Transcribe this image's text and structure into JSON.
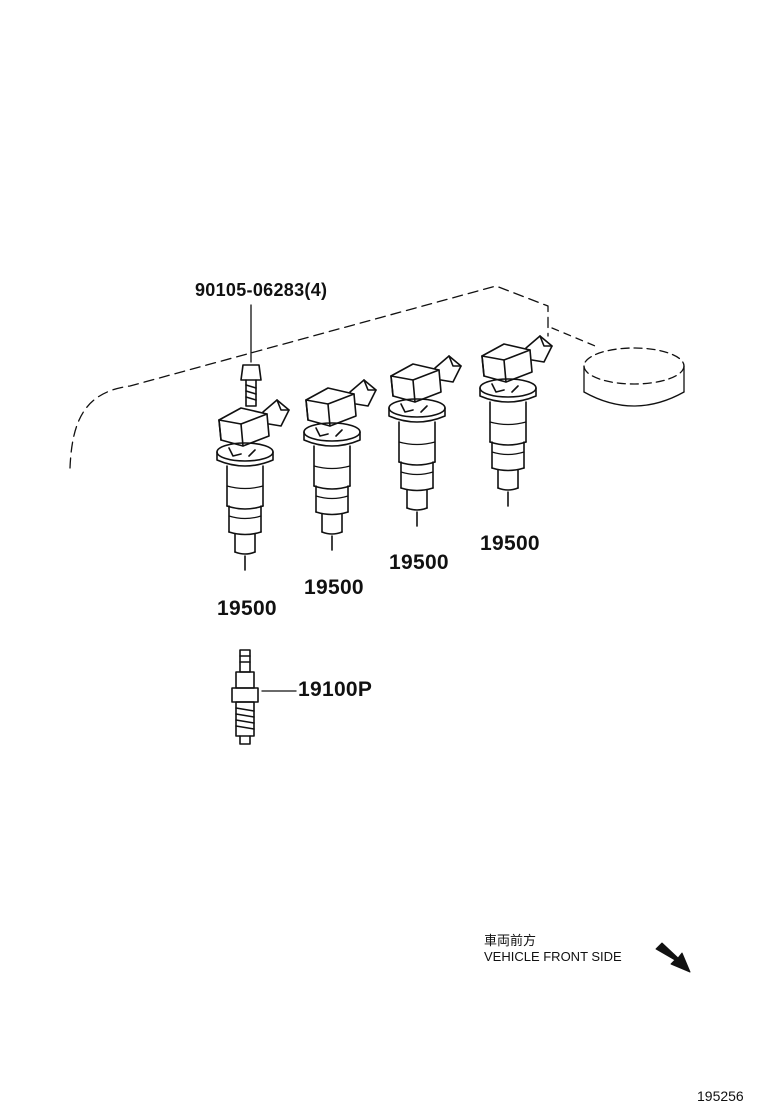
{
  "labels": {
    "bolt": "90105-06283(4)",
    "coil_1": "19500",
    "coil_2": "19500",
    "coil_3": "19500",
    "coil_4": "19500",
    "spark_plug": "19100P",
    "direction_jp": "車両前方",
    "direction_en": "VEHICLE FRONT SIDE",
    "illustration_number": "195256"
  },
  "colors": {
    "line": "#111111",
    "background": "#ffffff"
  },
  "icons": {
    "direction_arrow": "arrow-down-right-icon"
  }
}
